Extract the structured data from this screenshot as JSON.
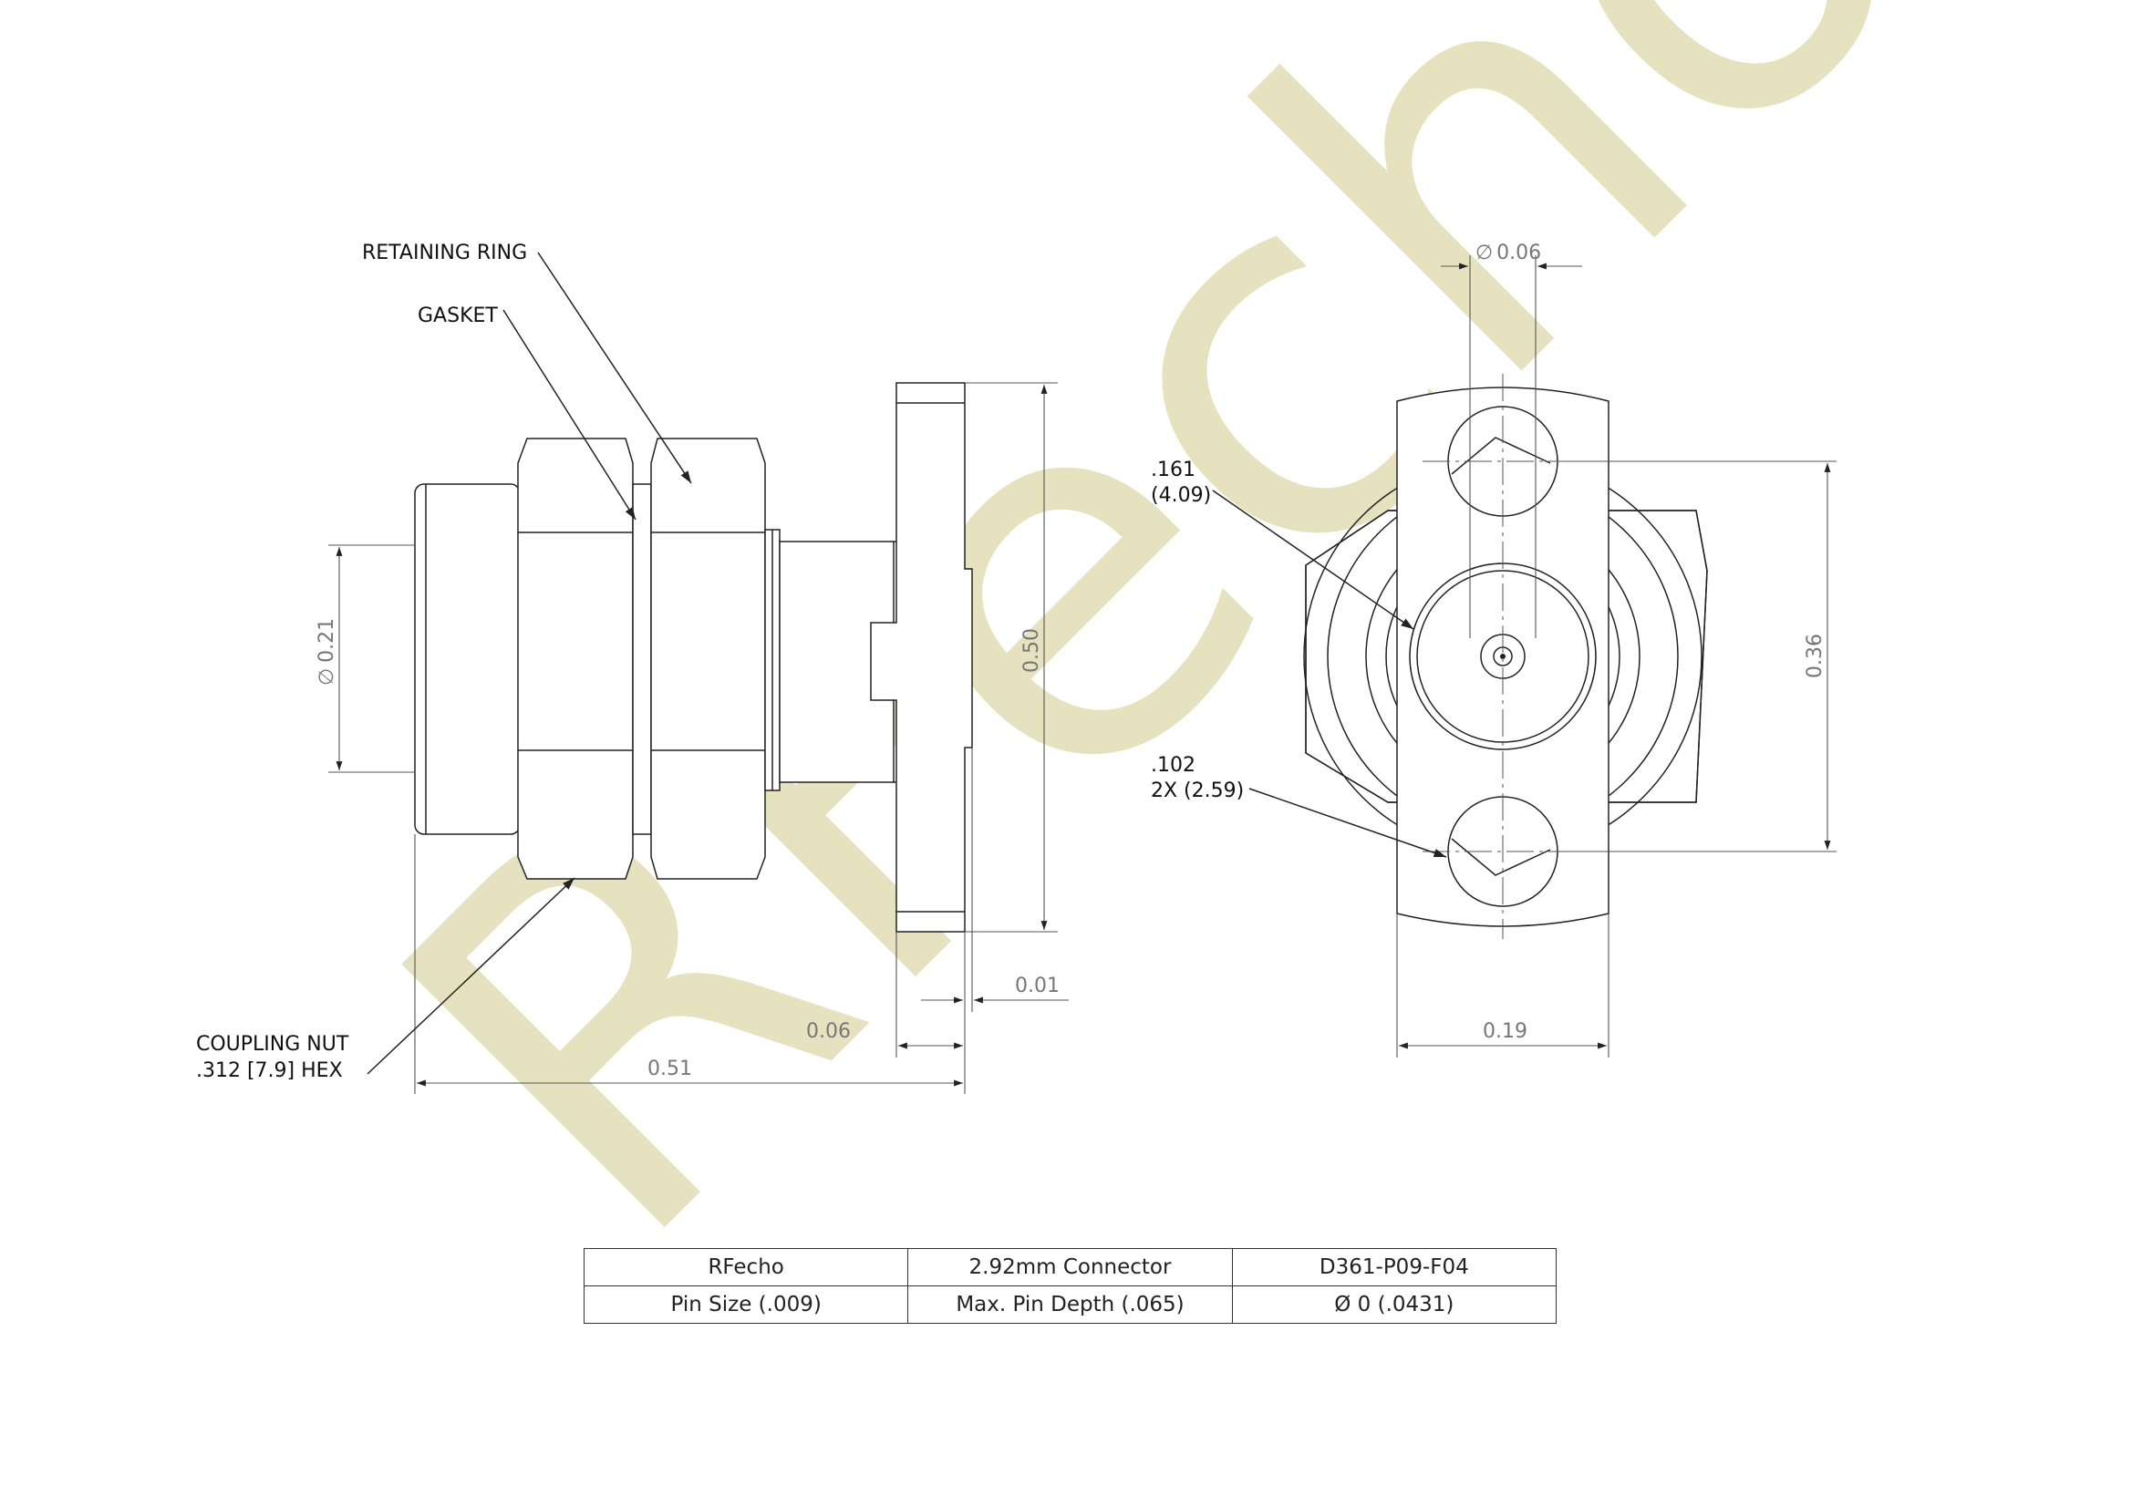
{
  "watermark": "RFecho",
  "labels": {
    "retaining_ring": "RETAINING RING",
    "gasket": "GASKET",
    "coupling_nut_line1": "COUPLING NUT",
    "coupling_nut_line2": ".312 [7.9] HEX",
    "dia_161_line1": ".161",
    "dia_161_line2": "(4.09)",
    "dia_102_line1": ".102",
    "dia_102_line2": "2X (2.59)"
  },
  "dimensions": {
    "body_diameter": "0.21",
    "flange_height": "0.50",
    "flange_step": "0.01",
    "flange_thickness": "0.06",
    "overall_length": "0.51",
    "pin_diameter": "0.06",
    "hole_spacing": "0.36",
    "flange_width": "0.19",
    "diameter_symbol": "∅"
  },
  "table": {
    "rows": [
      [
        "RFecho",
        "2.92mm Connector",
        "D361-P09-F04"
      ],
      [
        "Pin Size (.009)",
        "Max. Pin Depth (.065)",
        "Ø 0 (.0431)"
      ]
    ]
  }
}
